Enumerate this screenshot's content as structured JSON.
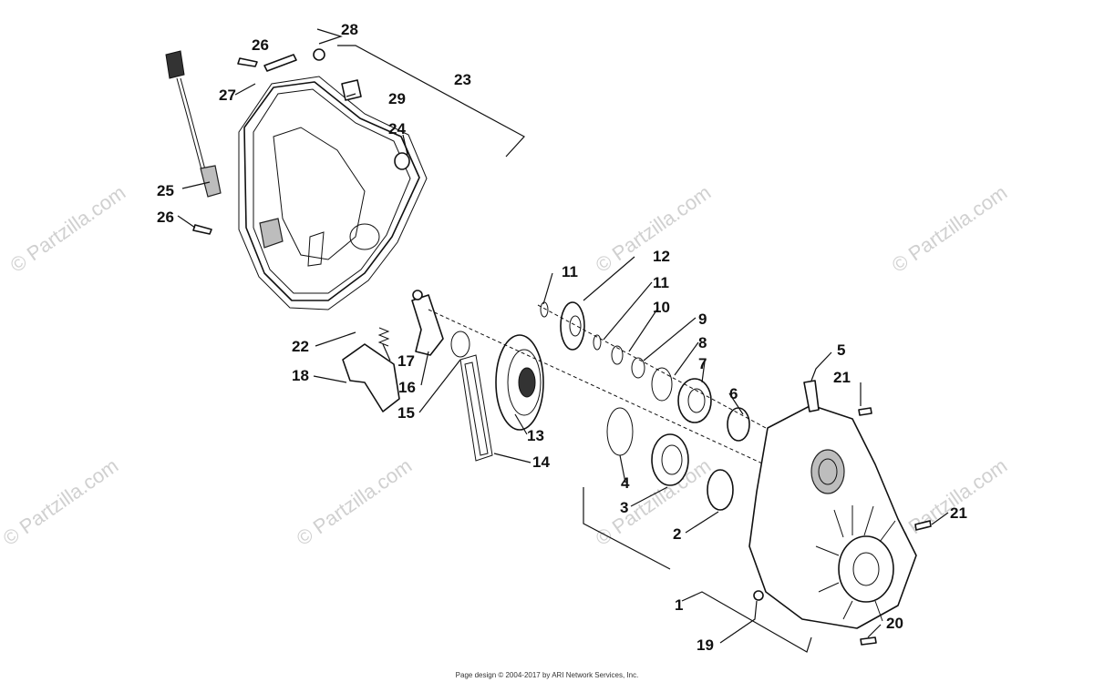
{
  "watermark": "© Partzilla.com",
  "footer": "Page design © 2004-2017 by ARI Network Services, Inc.",
  "callouts": [
    "1",
    "2",
    "3",
    "4",
    "5",
    "6",
    "7",
    "8",
    "9",
    "10",
    "11",
    "11",
    "12",
    "13",
    "14",
    "15",
    "16",
    "17",
    "18",
    "19",
    "20",
    "21",
    "21",
    "22",
    "23",
    "24",
    "25",
    "26",
    "26",
    "27",
    "28",
    "29"
  ]
}
